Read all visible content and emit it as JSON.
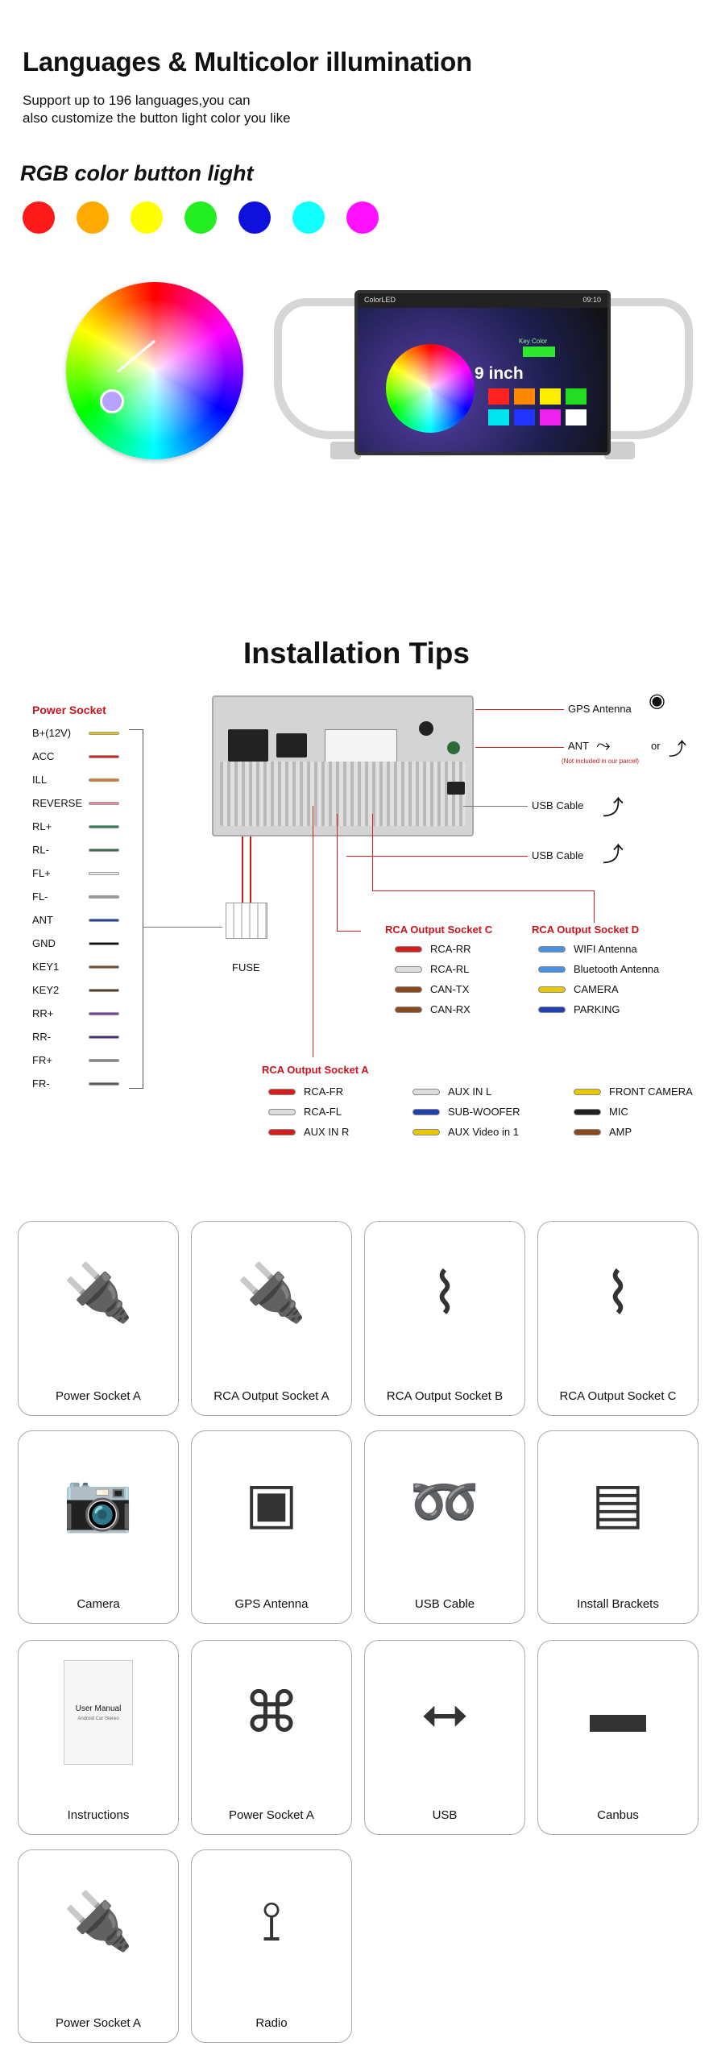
{
  "section1": {
    "title": "Languages & Multicolor illumination",
    "subtitle_line1": "Support up to 196 languages,you can",
    "subtitle_line2": "also customize the button light color you like",
    "rgb_title": "RGB color button light",
    "swatches": [
      "#ff1a1a",
      "#ffaa00",
      "#ffff00",
      "#22ee22",
      "#1010dd",
      "#11ffff",
      "#ff11ff"
    ],
    "screen": {
      "status_left": "ColorLED",
      "status_right": "09:10",
      "size_label": "9 inch",
      "key_color_label": "Key Color",
      "grid_colors": [
        "#ff2222",
        "#ff8800",
        "#ffee00",
        "#22dd22",
        "#00e5ee",
        "#2233ff",
        "#ee22ee",
        "#ffffff"
      ]
    }
  },
  "install": {
    "title": "Installation Tips",
    "power_socket_title": "Power Socket",
    "power_rows": [
      {
        "label": "B+(12V)",
        "color": "#e8c800"
      },
      {
        "label": "ACC",
        "color": "#d92020"
      },
      {
        "label": "ILL",
        "color": "#e8731a"
      },
      {
        "label": "REVERSE",
        "color": "#f08aa0"
      },
      {
        "label": "RL+",
        "color": "#1c8a5a"
      },
      {
        "label": "RL-",
        "color": "#3a6e4a"
      },
      {
        "label": "FL+",
        "color": "#eeeeee"
      },
      {
        "label": "FL-",
        "color": "#9a9a9a"
      },
      {
        "label": "ANT",
        "color": "#2040b0"
      },
      {
        "label": "GND",
        "color": "#111111"
      },
      {
        "label": "KEY1",
        "color": "#7a4a20"
      },
      {
        "label": "KEY2",
        "color": "#5a3a1a"
      },
      {
        "label": "RR+",
        "color": "#7a3ab0"
      },
      {
        "label": "RR-",
        "color": "#4a2a7a"
      },
      {
        "label": "FR+",
        "color": "#888888"
      },
      {
        "label": "FR-",
        "color": "#5a5a5a"
      }
    ],
    "right_labels": {
      "gps": "GPS Antenna",
      "ant": "ANT",
      "ant_note": "(Not included in our parcel)",
      "or": "or",
      "usb1": "USB Cable",
      "usb2": "USB Cable",
      "fuse": "FUSE"
    },
    "socket_c": {
      "title": "RCA Output Socket C",
      "rows": [
        {
          "label": "RCA-RR",
          "color": "#d41e1e"
        },
        {
          "label": "RCA-RL",
          "color": "#dddddd"
        },
        {
          "label": "CAN-TX",
          "color": "#8a4a20"
        },
        {
          "label": "CAN-RX",
          "color": "#8a4a20"
        }
      ]
    },
    "socket_d": {
      "title": "RCA Output Socket D",
      "rows": [
        {
          "label": "WIFI Antenna",
          "color": "#4a90e2"
        },
        {
          "label": "Bluetooth Antenna",
          "color": "#4a90e2"
        },
        {
          "label": "CAMERA",
          "color": "#e8c800"
        },
        {
          "label": "PARKING",
          "color": "#2040b0"
        }
      ]
    },
    "socket_a": {
      "title": "RCA Output Socket A",
      "col1": [
        {
          "label": "RCA-FR",
          "color": "#d41e1e"
        },
        {
          "label": "RCA-FL",
          "color": "#dddddd"
        },
        {
          "label": "AUX IN R",
          "color": "#d41e1e"
        }
      ],
      "col2": [
        {
          "label": "AUX IN L",
          "color": "#dddddd"
        },
        {
          "label": "SUB-WOOFER",
          "color": "#2040b0"
        },
        {
          "label": "AUX Video in 1",
          "color": "#e8c800"
        }
      ],
      "col3": [
        {
          "label": "FRONT CAMERA",
          "color": "#e8c800"
        },
        {
          "label": "MIC",
          "color": "#222222"
        },
        {
          "label": "AMP",
          "color": "#8a4a20"
        }
      ]
    }
  },
  "accessories": [
    {
      "label": "Power Socket A",
      "icon": "power-harness-icon"
    },
    {
      "label": "RCA Output Socket A",
      "icon": "rca-harness-icon"
    },
    {
      "label": "RCA Output Socket B",
      "icon": "rca-cable-icon"
    },
    {
      "label": "RCA Output Socket C",
      "icon": "rca-cable-icon"
    },
    {
      "label": "Camera",
      "icon": "camera-icon"
    },
    {
      "label": "GPS Antenna",
      "icon": "gps-antenna-icon"
    },
    {
      "label": "USB Cable",
      "icon": "usb-cable-icon"
    },
    {
      "label": "Install Brackets",
      "icon": "bracket-icon"
    },
    {
      "label": "Instructions",
      "icon": "manual-icon",
      "manual_title": "User Manual",
      "manual_sub": "Android Car Stereo"
    },
    {
      "label": "Power Socket A",
      "icon": "wire-bundle-icon"
    },
    {
      "label": "USB",
      "icon": "usb-icon"
    },
    {
      "label": "Canbus",
      "icon": "canbus-box-icon"
    },
    {
      "label": "Power Socket A",
      "icon": "power-harness-icon"
    },
    {
      "label": "Radio",
      "icon": "radio-cable-icon"
    }
  ]
}
